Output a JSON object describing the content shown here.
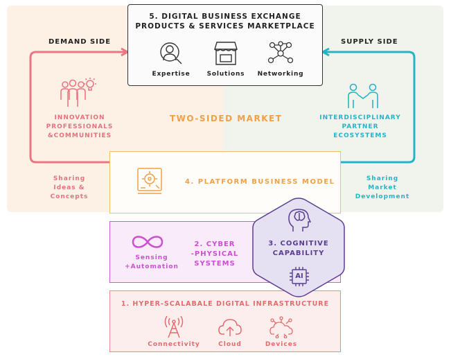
{
  "left_side": {
    "header": "DEMAND SIDE",
    "title_lines": [
      "INNOVATION",
      "PROFESSIONALS",
      "&COMMUNITIES"
    ],
    "footer_lines": [
      "Sharing",
      "Ideas &",
      "Concepts"
    ],
    "icon": "people-idea-icon"
  },
  "right_side": {
    "header": "SUPPLY SIDE",
    "title_lines": [
      "INTERDISCIPLINARY",
      "PARTNER",
      "ECOSYSTEMS"
    ],
    "footer_lines": [
      "Sharing",
      "Market",
      "Development"
    ],
    "icon": "partners-icon"
  },
  "center_title": "TWO-SIDED MARKET",
  "marketplace": {
    "title_lines": [
      "5. DIGITAL BUSINESS EXCHANGE",
      "PRODUCTS & SERVICES MARKETPLACE"
    ],
    "items": [
      {
        "label": "Expertise",
        "icon": "expertise-search-icon"
      },
      {
        "label": "Solutions",
        "icon": "storefront-icon"
      },
      {
        "label": "Networking",
        "icon": "network-icon"
      }
    ]
  },
  "platform": {
    "label": "4. PLATFORM BUSINESS MODEL",
    "icon": "platform-model-icon"
  },
  "cps": {
    "title_lines": [
      "2. CYBER",
      "-PHYSICAL",
      "SYSTEMS"
    ],
    "sub_lines": [
      "Sensing",
      "+Automation"
    ],
    "icon": "infinity-icon"
  },
  "cognitive": {
    "title_lines": [
      "3. COGNITIVE",
      "CAPABILITY"
    ],
    "chip_text": "AI",
    "icons": [
      "brain-head-icon",
      "ai-chip-icon"
    ]
  },
  "infrastructure": {
    "title": "1. HYPER-SCALABALE DIGITAL INFRASTRUCTURE",
    "items": [
      {
        "label": "Connectivity",
        "icon": "antenna-tower-icon"
      },
      {
        "label": "Cloud",
        "icon": "cloud-upload-icon"
      },
      {
        "label": "Devices",
        "icon": "devices-network-icon"
      }
    ]
  },
  "colors": {
    "pink": "#e8707e",
    "teal": "#26b3c7",
    "orange": "#f0a046",
    "magenta": "#cb4fd0",
    "purple": "#5a3d8f"
  }
}
